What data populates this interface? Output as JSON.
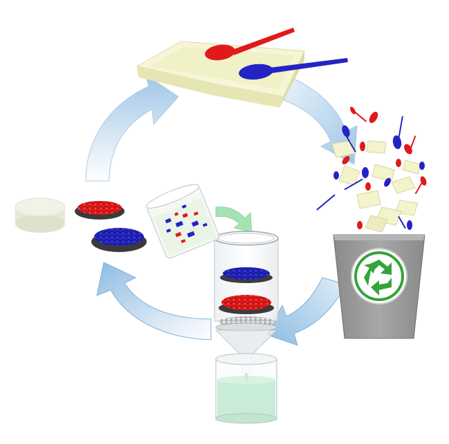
{
  "diagram": {
    "title": "",
    "stages": [
      {
        "id": "tray-with-spoons",
        "label": ""
      },
      {
        "id": "discarded-trays-and-spoons",
        "label": ""
      },
      {
        "id": "recycle-bin",
        "label": ""
      },
      {
        "id": "filtration-funnel",
        "label": ""
      },
      {
        "id": "beaker-with-flakes",
        "label": ""
      },
      {
        "id": "recovered-pellets",
        "label": ""
      },
      {
        "id": "white-disc",
        "label": ""
      }
    ],
    "arrows": [
      {
        "from": "tray-with-spoons",
        "to": "discarded-trays-and-spoons",
        "style": "blue"
      },
      {
        "from": "recycle-bin",
        "to": "filtration-funnel",
        "style": "blue"
      },
      {
        "from": "filtration-funnel",
        "to": "recovered-pellets",
        "style": "blue"
      },
      {
        "from": "white-disc",
        "to": "tray-with-spoons",
        "style": "blue"
      },
      {
        "from": "beaker-with-flakes",
        "to": "filtration-funnel",
        "style": "green"
      }
    ]
  },
  "icons": {
    "recycle": "recycle-icon"
  },
  "colors": {
    "cycle_arrow": "#a9cbe8",
    "cycle_arrow_edge": "#7fb0dc",
    "green_arrow": "#a6e3b3",
    "tray": "#f4f4cf",
    "tray_side": "#e5e5b0",
    "red_polymer": "#e01a1a",
    "blue_polymer": "#2323c8",
    "bin": "#9d9d9d",
    "bin_dark": "#7e7e7e",
    "recycle_green": "#35a33a",
    "liquid": "#c8ecd7",
    "disc": "#eef0e2"
  }
}
